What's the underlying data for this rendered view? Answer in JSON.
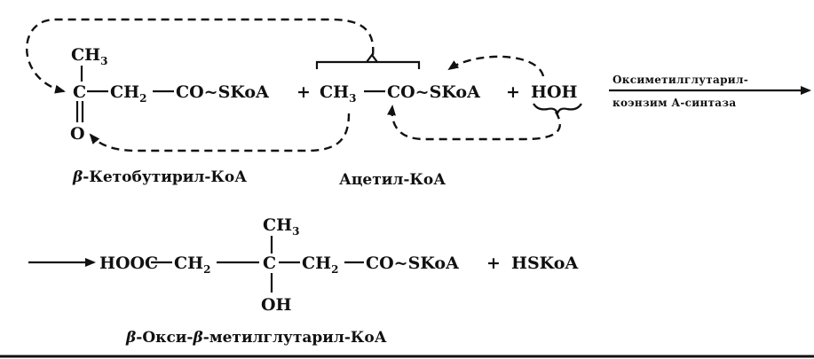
{
  "reaction": {
    "reactant1": {
      "ch3": "CH",
      "ch3_sub": "3",
      "c": "C",
      "ch2": "CH",
      "ch2_sub": "2",
      "cos": "CO~SKoA",
      "o": "O",
      "name_beta": "β",
      "name_rest": "-Кетобутирил-КоА"
    },
    "plus1": "+",
    "reactant2": {
      "ch3": "CH",
      "ch3_sub": "3",
      "cos": "CO~SKoA",
      "name": "Ацетил-КоА"
    },
    "plus2": "+",
    "water": "HOH",
    "enzyme": {
      "line1": "Оксиметилглутарил-",
      "line2": "коэнзим А-синтаза"
    },
    "product": {
      "hooc": "HOOC",
      "ch2a": "CH",
      "ch2a_sub": "2",
      "ch3": "CH",
      "ch3_sub": "3",
      "c": "C",
      "ch2b": "CH",
      "ch2b_sub": "2",
      "cos": "CO~SKoA",
      "oh": "OH",
      "name_beta1": "β",
      "name_mid": "-Окси-",
      "name_beta2": "β",
      "name_rest": "-метилглутарил-КоА"
    },
    "plus3": "+",
    "hskoa": "HSKoA"
  }
}
